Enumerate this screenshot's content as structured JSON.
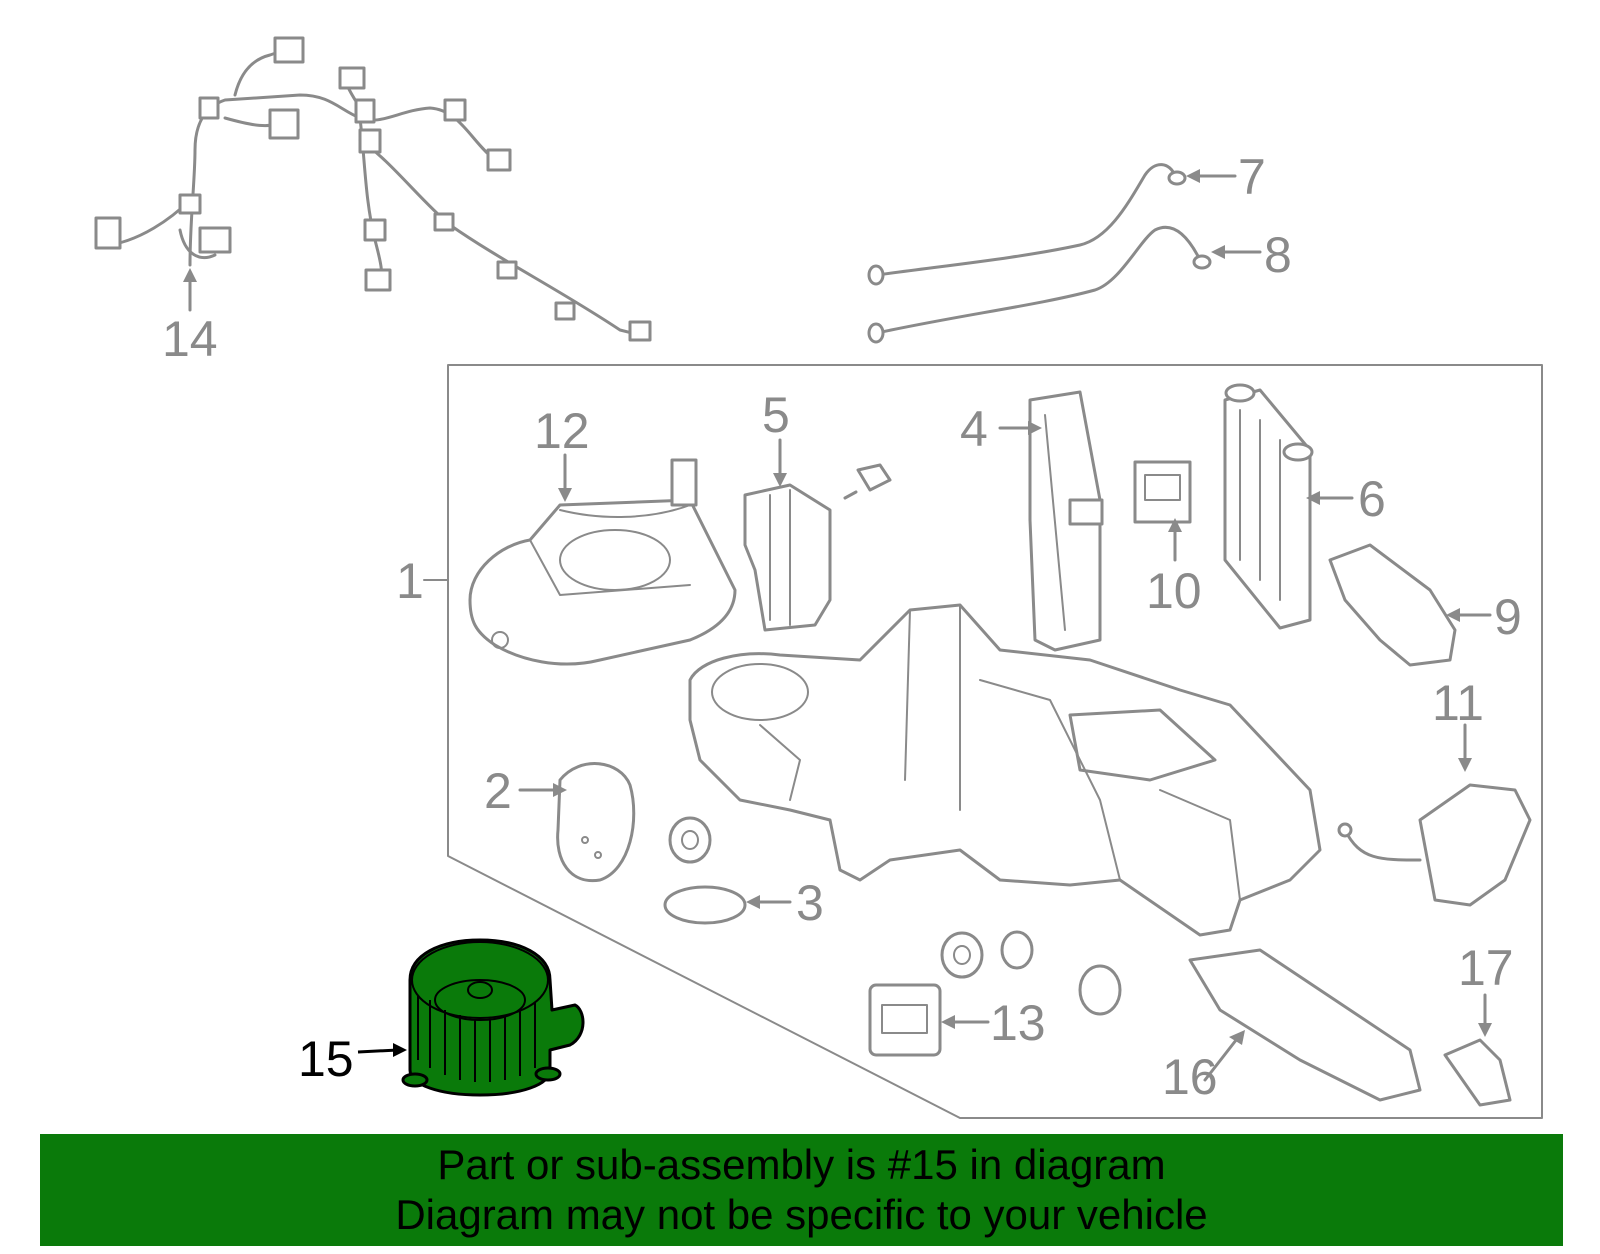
{
  "colors": {
    "banner_bg": "#0a7a0a",
    "highlight_fill": "#0a7a0a",
    "line_art": "#8a8a8a",
    "highlight_label": "#000000"
  },
  "diagram": {
    "callouts": {
      "c1": "1",
      "c2": "2",
      "c3": "3",
      "c4": "4",
      "c5": "5",
      "c6": "6",
      "c7": "7",
      "c8": "8",
      "c9": "9",
      "c10": "10",
      "c11": "11",
      "c12": "12",
      "c13": "13",
      "c14": "14",
      "c15": "15",
      "c16": "16",
      "c17": "17"
    },
    "highlighted_part": "15"
  },
  "banner": {
    "line1": "Part or sub-assembly is #15 in diagram",
    "line2": "Diagram may not be specific to your vehicle"
  }
}
